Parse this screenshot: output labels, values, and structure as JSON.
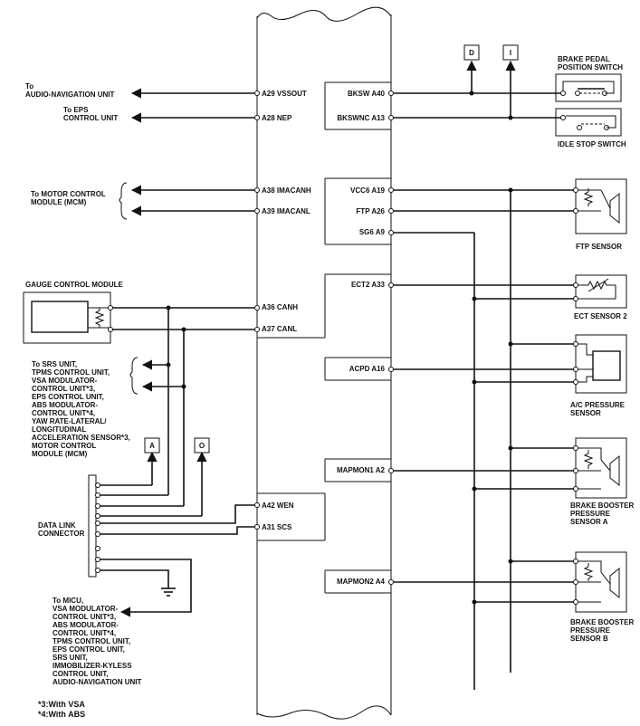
{
  "left_labels": {
    "to_audio_nav": [
      "To",
      "AUDIO-NAVIGATION UNIT"
    ],
    "to_eps": [
      "To EPS",
      "CONTROL UNIT"
    ],
    "to_mcm": [
      "To MOTOR CONTROL",
      "MODULE (MCM)"
    ],
    "gauge": "GAUGE CONTROL MODULE",
    "to_srs": [
      "To SRS UNIT,",
      "TPMS CONTROL UNIT,",
      "VSA MODULATOR-",
      "CONTROL UNIT*3,",
      "EPS CONTROL UNIT,",
      "ABS MODULATOR-",
      "CONTROL UNIT*4,",
      "YAW RATE-LATERAL/",
      "LONGITUDINAL",
      "ACCELERATION SENSOR*3,",
      "MOTOR CONTROL",
      "MODULE (MCM)"
    ],
    "dlc": [
      "DATA LINK",
      "CONNECTOR"
    ],
    "to_micu": [
      "To MICU,",
      "VSA MODULATOR-",
      "CONTROL UNIT*3,",
      "ABS MODULATOR-",
      "CONTROL UNIT*4,",
      "TPMS CONTROL UNIT,",
      "EPS CONTROL UNIT,",
      "SRS UNIT,",
      "IMMOBILIZER-KYLESS",
      "CONTROL UNIT,",
      "AUDIO-NAVIGATION UNIT"
    ]
  },
  "notes": [
    "*3:With VSA",
    "*4:With ABS"
  ],
  "connectors": {
    "a": "A",
    "o": "O",
    "d": "D",
    "i": "I"
  },
  "left_pins": {
    "a29": "A29 VSSOUT",
    "a28": "A28 NEP",
    "a38": "A38 IMACANH",
    "a39": "A39 IMACANL",
    "a36": "A36 CANH",
    "a37": "A37 CANL",
    "a42": "A42 WEN",
    "a31": "A31 SCS"
  },
  "right_pins": {
    "a40": "BKSW A40",
    "a13": "BKSWNC A13",
    "a19": "VCC6 A19",
    "a26": "FTP A26",
    "a9": "SG6 A9",
    "a33": "ECT2 A33",
    "a16": "ACPD A16",
    "a2": "MAPMON1 A2",
    "a4": "MAPMON2 A4"
  },
  "components": {
    "brake_pedal": [
      "BRAKE PEDAL",
      "POSITION SWITCH"
    ],
    "idle_stop": "IDLE STOP SWITCH",
    "ftp": "FTP SENSOR",
    "ect2": "ECT SENSOR 2",
    "ac_pressure": [
      "A/C PRESSURE",
      "SENSOR"
    ],
    "booster_a": [
      "BRAKE BOOSTER",
      "PRESSURE",
      "SENSOR A"
    ],
    "booster_b": [
      "BRAKE BOOSTER",
      "PRESSURE",
      "SENSOR B"
    ]
  }
}
